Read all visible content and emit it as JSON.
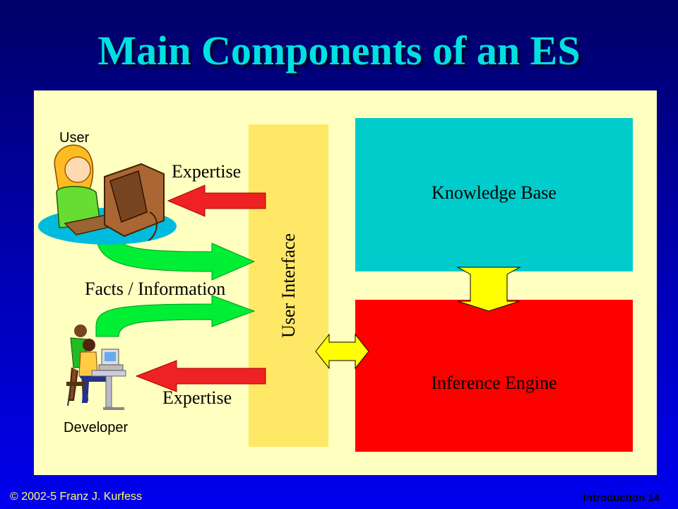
{
  "slide": {
    "title": "Main Components of an ES"
  },
  "diagram": {
    "user_label": "User",
    "developer_label": "Developer",
    "expertise_top": "Expertise",
    "expertise_bottom": "Expertise",
    "facts_label": "Facts / Information",
    "user_interface_label": "User Interface",
    "knowledge_base_label": "Knowledge Base",
    "inference_engine_label": "Inference Engine"
  },
  "colors": {
    "panel": "#ffffc0",
    "user_interface": "#ffe866",
    "knowledge_base": "#00cccc",
    "inference_engine": "#ff0000",
    "expertise_arrow": "#ee2222",
    "facts_arrow": "#00ee33",
    "connector_arrow": "#ffff00"
  },
  "footer": {
    "copyright": "© 2002-5 Franz J. Kurfess",
    "section": "Introduction",
    "page_number": "14"
  }
}
